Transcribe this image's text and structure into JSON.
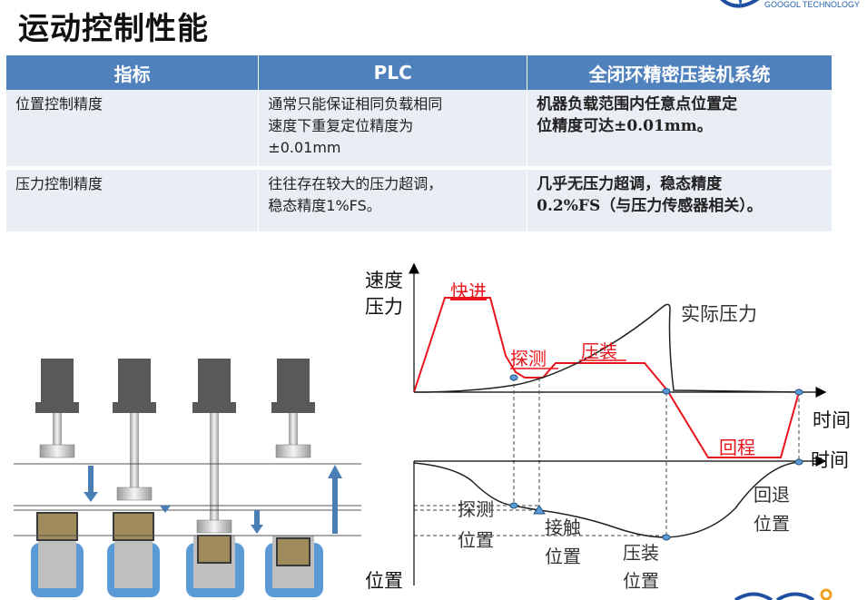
{
  "page": {
    "title": "运动控制性能",
    "logo_text": "GOOGOL TECHNOLOGY"
  },
  "table": {
    "headers": [
      "指标",
      "PLC",
      "全闭环精密压装机系统"
    ],
    "rows": [
      {
        "metric": "位置控制精度",
        "plc": [
          "通常只能保证相同负载相同",
          "速度下重复定位精度为",
          "±0.01mm"
        ],
        "system": [
          "机器负载范围内任意点位置定",
          "位精度可达±0.01mm。"
        ]
      },
      {
        "metric": "压力控制精度",
        "plc": [
          "往往存在较大的压力超调，",
          "稳态精度1%FS。"
        ],
        "system": [
          "几乎无压力超调，稳态精度",
          "0.2%FS（与压力传感器相关）。"
        ]
      }
    ]
  },
  "diagram": {
    "upper_axis_label": [
      "速度",
      "压力"
    ],
    "lower_axis_label": "位置",
    "time_label_upper": "时间",
    "time_label_lower": "时间",
    "phases": {
      "fast": "快进",
      "probe": "探测",
      "press": "压装",
      "return": "回程"
    },
    "actual_pressure": "实际压力",
    "positions": {
      "probe": [
        "探测",
        "位置"
      ],
      "contact": [
        "接触",
        "位置"
      ],
      "press": [
        "压装",
        "位置"
      ],
      "retract": [
        "回退",
        "位置"
      ]
    },
    "colors": {
      "phase_red": "#e8141b",
      "press_blue": "#5b9bd5",
      "arrow_blue": "#4a7fb5"
    }
  }
}
